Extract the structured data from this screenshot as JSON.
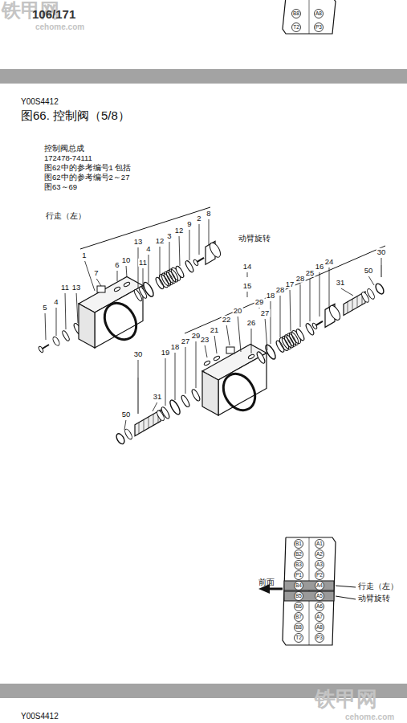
{
  "diagram": {
    "title": "图66. 控制阀（5/8）",
    "labels": [
      "铁甲网",
      "cehome.com",
      "106/171",
      "B8",
      "A8",
      "T2",
      "P3",
      "Y00S4412",
      "控制阀总成",
      "172478-74111",
      "图62中的参考编号1 包括",
      "图62中的参考编号2～27",
      "图63～69",
      "行走（左）",
      "动臂旋转",
      "1",
      "5",
      "4",
      "11",
      "13",
      "7",
      "6",
      "10",
      "13",
      "11",
      "4",
      "12",
      "3",
      "12",
      "9",
      "2",
      "8",
      "14",
      "15",
      "30",
      "24",
      "16",
      "25",
      "28",
      "17",
      "28",
      "18",
      "29",
      "27",
      "20",
      "22",
      "21",
      "23",
      "26",
      "27",
      "29",
      "18",
      "19",
      "30",
      "31",
      "50",
      "31",
      "50",
      "前面",
      "行走（左）",
      "动臂旋转",
      "B1",
      "A1",
      "B2",
      "A2",
      "B3",
      "A3",
      "P1",
      "P2",
      "B4",
      "A4",
      "B5",
      "A5",
      "B6",
      "A6",
      "B7",
      "A7",
      "B8",
      "A8",
      "T2",
      "P3",
      "铁甲网",
      "cehome.com",
      "Y00S4412"
    ]
  }
}
